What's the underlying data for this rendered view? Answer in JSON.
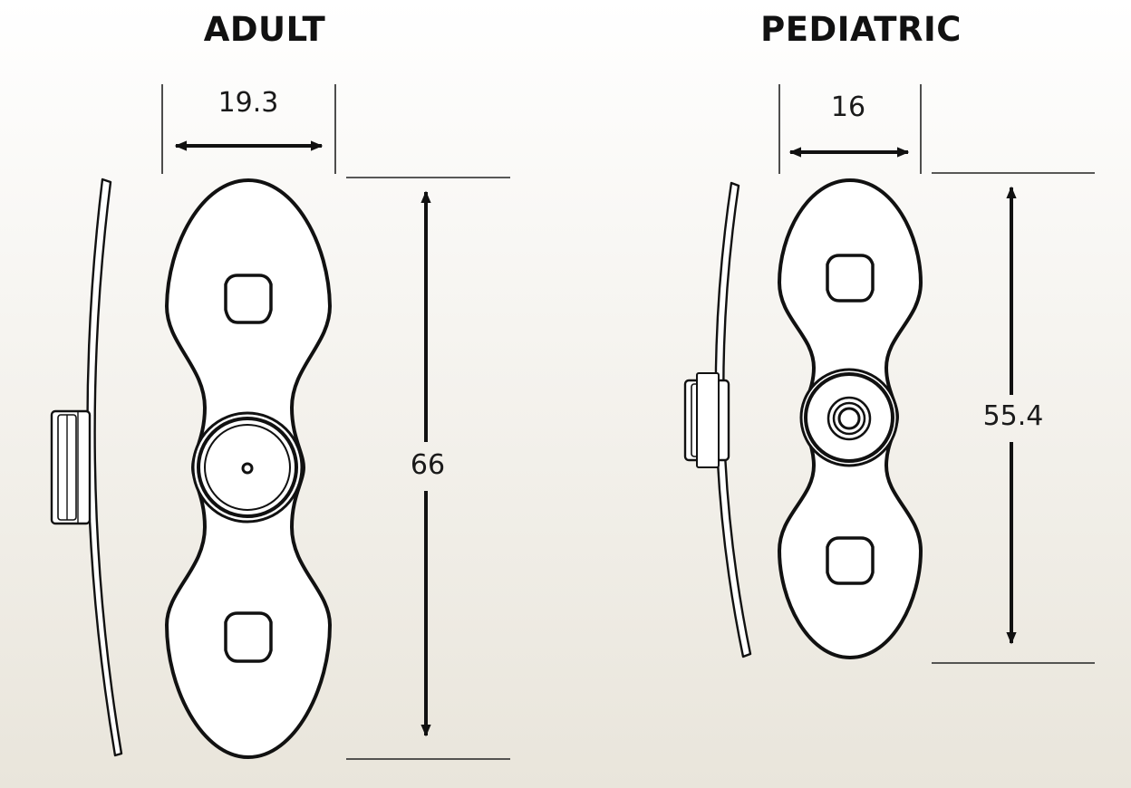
{
  "adult": {
    "title": "ADULT",
    "width_label": "19.3",
    "height_label": "66"
  },
  "pediatric": {
    "title": "PEDIATRIC",
    "width_label": "16",
    "height_label": "55.4"
  },
  "colors": {
    "background_top": "#ffffff",
    "background_bottom": "#e9e5db",
    "line": "#111111",
    "fill": "#ffffff"
  }
}
